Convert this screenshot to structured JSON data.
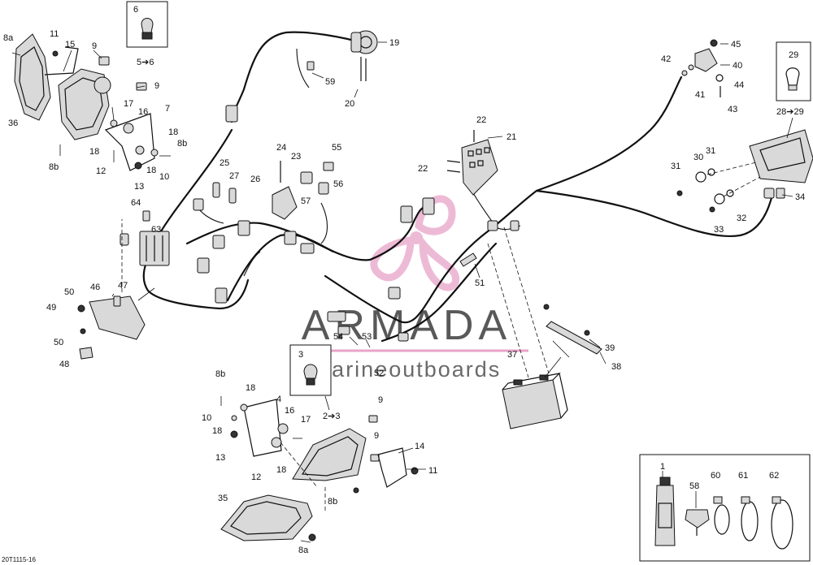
{
  "watermark": {
    "brand": "ARMADA",
    "tagline": "marineoutboards",
    "accent_color": "#e8a3c8",
    "text_color": "#595959"
  },
  "figure_code": "20T1115-16",
  "callouts": [
    {
      "id": "c-8a-top",
      "text": "8a"
    },
    {
      "id": "c-11-top",
      "text": "11"
    },
    {
      "id": "c-15",
      "text": "15"
    },
    {
      "id": "c-9-top",
      "text": "9"
    },
    {
      "id": "c-6",
      "text": "6"
    },
    {
      "id": "c-5to6",
      "text": "5➔6"
    },
    {
      "id": "c-9-mid",
      "text": "9"
    },
    {
      "id": "c-36",
      "text": "36"
    },
    {
      "id": "c-17-top",
      "text": "17"
    },
    {
      "id": "c-16-top",
      "text": "16"
    },
    {
      "id": "c-7",
      "text": "7"
    },
    {
      "id": "c-18-a",
      "text": "18"
    },
    {
      "id": "c-8b-right",
      "text": "8b"
    },
    {
      "id": "c-18-b",
      "text": "18"
    },
    {
      "id": "c-12-top",
      "text": "12"
    },
    {
      "id": "c-18-c",
      "text": "18"
    },
    {
      "id": "c-10-top",
      "text": "10"
    },
    {
      "id": "c-8b-left",
      "text": "8b"
    },
    {
      "id": "c-13-top",
      "text": "13"
    },
    {
      "id": "c-19",
      "text": "19"
    },
    {
      "id": "c-59",
      "text": "59"
    },
    {
      "id": "c-20",
      "text": "20"
    },
    {
      "id": "c-25",
      "text": "25"
    },
    {
      "id": "c-27",
      "text": "27"
    },
    {
      "id": "c-26",
      "text": "26"
    },
    {
      "id": "c-24",
      "text": "24"
    },
    {
      "id": "c-23",
      "text": "23"
    },
    {
      "id": "c-55",
      "text": "55"
    },
    {
      "id": "c-56",
      "text": "56"
    },
    {
      "id": "c-57",
      "text": "57"
    },
    {
      "id": "c-64",
      "text": "64"
    },
    {
      "id": "c-63",
      "text": "63"
    },
    {
      "id": "c-22-top",
      "text": "22"
    },
    {
      "id": "c-21",
      "text": "21"
    },
    {
      "id": "c-22-side",
      "text": "22"
    },
    {
      "id": "c-45",
      "text": "45"
    },
    {
      "id": "c-42",
      "text": "42"
    },
    {
      "id": "c-40",
      "text": "40"
    },
    {
      "id": "c-44",
      "text": "44"
    },
    {
      "id": "c-41",
      "text": "41"
    },
    {
      "id": "c-43",
      "text": "43"
    },
    {
      "id": "c-29",
      "text": "29"
    },
    {
      "id": "c-28to29",
      "text": "28➔29"
    },
    {
      "id": "c-30",
      "text": "30"
    },
    {
      "id": "c-31-a",
      "text": "31"
    },
    {
      "id": "c-31-b",
      "text": "31"
    },
    {
      "id": "c-34",
      "text": "34"
    },
    {
      "id": "c-32",
      "text": "32"
    },
    {
      "id": "c-33",
      "text": "33"
    },
    {
      "id": "c-51",
      "text": "51"
    },
    {
      "id": "c-46",
      "text": "46"
    },
    {
      "id": "c-47",
      "text": "47"
    },
    {
      "id": "c-50-top",
      "text": "50"
    },
    {
      "id": "c-49",
      "text": "49"
    },
    {
      "id": "c-50-bot",
      "text": "50"
    },
    {
      "id": "c-48",
      "text": "48"
    },
    {
      "id": "c-54",
      "text": "54"
    },
    {
      "id": "c-53",
      "text": "53"
    },
    {
      "id": "c-52",
      "text": "52"
    },
    {
      "id": "c-3",
      "text": "3"
    },
    {
      "id": "c-37",
      "text": "37"
    },
    {
      "id": "c-39",
      "text": "39"
    },
    {
      "id": "c-38",
      "text": "38"
    },
    {
      "id": "c-8b-bot",
      "text": "8b"
    },
    {
      "id": "c-18-d",
      "text": "18"
    },
    {
      "id": "c-4",
      "text": "4"
    },
    {
      "id": "c-10-bot",
      "text": "10"
    },
    {
      "id": "c-16-bot",
      "text": "16"
    },
    {
      "id": "c-17-bot",
      "text": "17"
    },
    {
      "id": "c-18-e",
      "text": "18"
    },
    {
      "id": "c-2to3",
      "text": "2➔3"
    },
    {
      "id": "c-9-bot-a",
      "text": "9"
    },
    {
      "id": "c-9-bot-b",
      "text": "9"
    },
    {
      "id": "c-13-bot",
      "text": "13"
    },
    {
      "id": "c-12-bot",
      "text": "12"
    },
    {
      "id": "c-18-f",
      "text": "18"
    },
    {
      "id": "c-14",
      "text": "14"
    },
    {
      "id": "c-11-bot",
      "text": "11"
    },
    {
      "id": "c-8b-low",
      "text": "8b"
    },
    {
      "id": "c-35",
      "text": "35"
    },
    {
      "id": "c-8a-bot",
      "text": "8a"
    },
    {
      "id": "c-1",
      "text": "1"
    },
    {
      "id": "c-58",
      "text": "58"
    },
    {
      "id": "c-60",
      "text": "60"
    },
    {
      "id": "c-61",
      "text": "61"
    },
    {
      "id": "c-62",
      "text": "62"
    }
  ]
}
